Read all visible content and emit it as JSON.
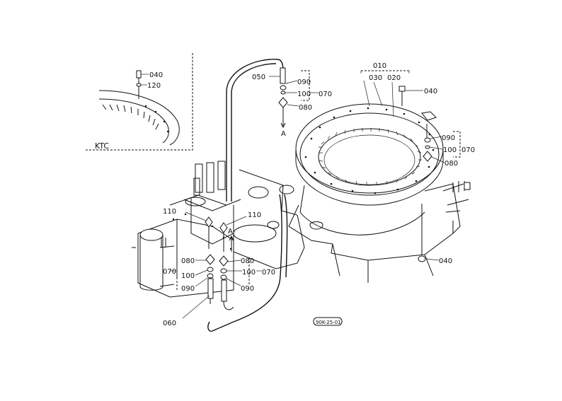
{
  "inset": {
    "label": "KTC",
    "part_a": "040",
    "part_b": "120"
  },
  "parts": {
    "p010": "010",
    "p020": "020",
    "p030": "030",
    "p040_top": "040",
    "p040_bottom": "040",
    "p050": "050",
    "p060": "060",
    "p070_top": "070",
    "p070_right": "070",
    "p070_mid": "070",
    "p070_left": "070",
    "p080_top": "080",
    "p080_right": "080",
    "p080_mid": "080",
    "p080_left": "080",
    "p090_top": "090",
    "p090_right": "090",
    "p090_mid": "090",
    "p090_left": "090",
    "p100_top": "100",
    "p100_right": "100",
    "p100_mid": "100",
    "p100_left": "100",
    "p110_left": "110",
    "p110_mid": "110"
  },
  "markers": {
    "a_top": "A",
    "a_mid": "A"
  },
  "stamp": "90K-25-01"
}
